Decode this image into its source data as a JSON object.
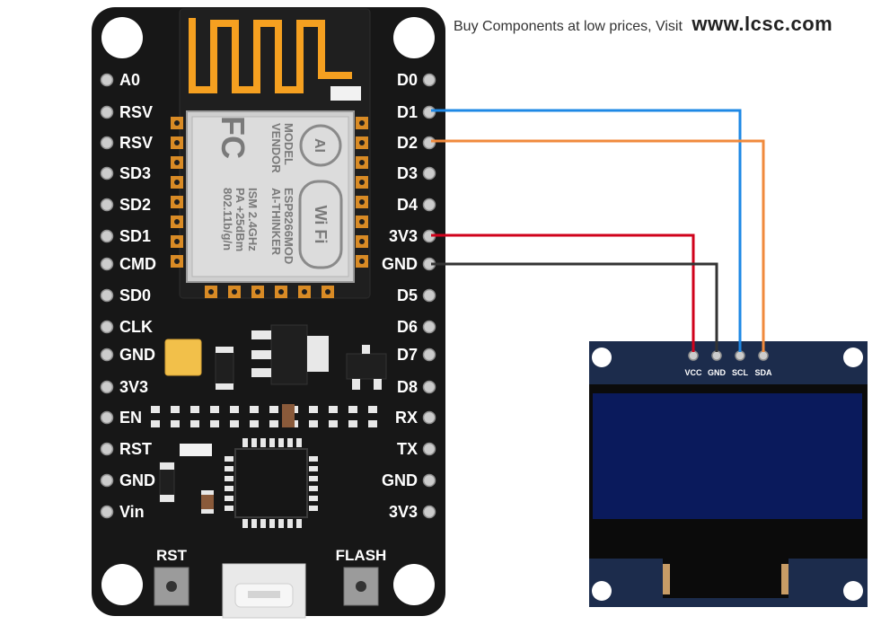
{
  "banner": {
    "text": "Buy Components at low prices, Visit",
    "site": "www.lcsc.com"
  },
  "board": {
    "left_pins": [
      "A0",
      "RSV",
      "RSV",
      "SD3",
      "SD2",
      "SD1",
      "CMD",
      "SD0",
      "CLK",
      "GND",
      "3V3",
      "EN",
      "RST",
      "GND",
      "Vin"
    ],
    "right_pins": [
      "D0",
      "D1",
      "D2",
      "D3",
      "D4",
      "3V3",
      "GND",
      "D5",
      "D6",
      "D7",
      "D8",
      "RX",
      "TX",
      "GND",
      "3V3"
    ],
    "buttons": {
      "rst": "RST",
      "flash": "FLASH"
    },
    "module": {
      "col1": "MODEL",
      "col2": "VENDOR",
      "col3": "ESP8266MOD",
      "col4": "AI-THINKER",
      "col5": "ISM 2.4GHz",
      "col6": "PA +25dBm",
      "col7": "802.11b/g/n",
      "logo_fc": "FC",
      "logo_ai": "AI",
      "logo_wifi": "Wi Fi"
    }
  },
  "oled": {
    "pins": [
      "VCC",
      "GND",
      "SCL",
      "SDA"
    ]
  },
  "wires": [
    {
      "from": "3V3",
      "to": "VCC",
      "color": "#d0021b"
    },
    {
      "from": "GND",
      "to": "GND",
      "color": "#333333"
    },
    {
      "from": "D1",
      "to": "SCL",
      "color": "#1e88e5"
    },
    {
      "from": "D2",
      "to": "SDA",
      "color": "#f08a3c"
    }
  ],
  "colors": {
    "board": "#171717",
    "antenna": "#f5a020",
    "oled_pcb": "#1c2c4c",
    "oled_screen": "#0a1a5c",
    "pad": "#d98b25"
  }
}
